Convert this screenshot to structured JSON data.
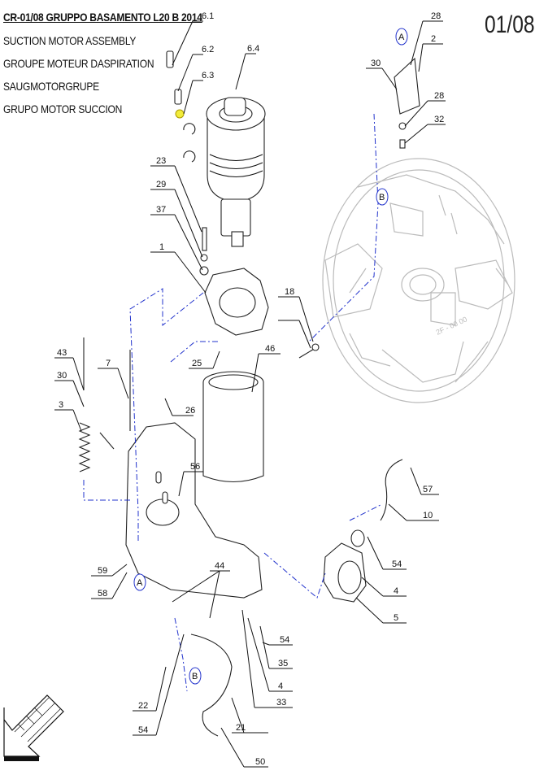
{
  "header": {
    "title": "CR-01/08 GRUPPO BASAMENTO L20 B 2014",
    "subtitles": [
      "SUCTION MOTOR ASSEMBLY",
      "GROUPE MOTEUR DASPIRATION",
      "SAUGMOTORGRUPE",
      "GRUPO MOTOR SUCCION"
    ],
    "page_number": "01/08"
  },
  "callouts": [
    "6.1",
    "6.2",
    "6.3",
    "6.4",
    "23",
    "29",
    "37",
    "1",
    "25",
    "26",
    "46",
    "56",
    "43",
    "30",
    "3",
    "7",
    "59",
    "58",
    "44",
    "22",
    "54",
    "50",
    "4",
    "33",
    "35",
    "21",
    "54",
    "4",
    "5",
    "54",
    "10",
    "57",
    "28",
    "2",
    "30",
    "28",
    "32",
    "18"
  ],
  "ref_markers": [
    "A",
    "B",
    "A",
    "B"
  ],
  "base_plate_stamp": "2F - 00 00"
}
